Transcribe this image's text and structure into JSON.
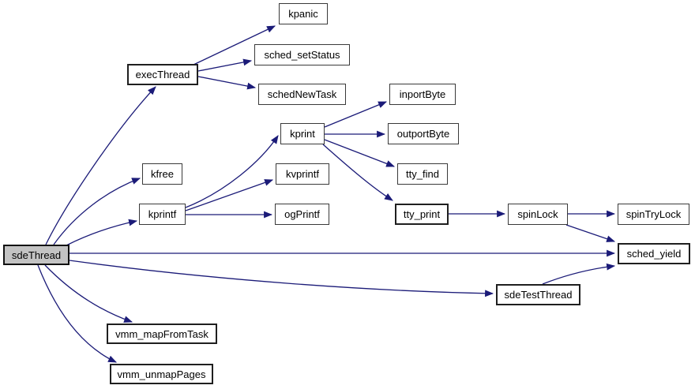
{
  "diagram": {
    "type": "call-graph",
    "root": "sdeThread",
    "colors": {
      "background": "#ffffff",
      "edge": "#1b1b78",
      "node_fill": "#ffffff",
      "node_border": "#3a3a3a",
      "root_fill": "#c3c3c3",
      "text": "#000000"
    },
    "nodes": [
      {
        "id": "kpanic",
        "label": "kpanic"
      },
      {
        "id": "sched_setStatus",
        "label": "sched_setStatus"
      },
      {
        "id": "execThread",
        "label": "execThread"
      },
      {
        "id": "schedNewTask",
        "label": "schedNewTask"
      },
      {
        "id": "inportByte",
        "label": "inportByte"
      },
      {
        "id": "kprint",
        "label": "kprint"
      },
      {
        "id": "outportByte",
        "label": "outportByte"
      },
      {
        "id": "kfree",
        "label": "kfree"
      },
      {
        "id": "kvprintf",
        "label": "kvprintf"
      },
      {
        "id": "tty_find",
        "label": "tty_find"
      },
      {
        "id": "kprintf",
        "label": "kprintf"
      },
      {
        "id": "ogPrintf",
        "label": "ogPrintf"
      },
      {
        "id": "tty_print",
        "label": "tty_print"
      },
      {
        "id": "spinLock",
        "label": "spinLock"
      },
      {
        "id": "spinTryLock",
        "label": "spinTryLock"
      },
      {
        "id": "sched_yield",
        "label": "sched_yield"
      },
      {
        "id": "sdeThread",
        "label": "sdeThread",
        "root": true
      },
      {
        "id": "sdeTestThread",
        "label": "sdeTestThread"
      },
      {
        "id": "vmm_mapFromTask",
        "label": "vmm_mapFromTask"
      },
      {
        "id": "vmm_unmapPages",
        "label": "vmm_unmapPages"
      }
    ],
    "edges": [
      {
        "from": "sdeThread",
        "to": "execThread"
      },
      {
        "from": "sdeThread",
        "to": "kfree"
      },
      {
        "from": "sdeThread",
        "to": "kprintf"
      },
      {
        "from": "sdeThread",
        "to": "sched_yield"
      },
      {
        "from": "sdeThread",
        "to": "sdeTestThread"
      },
      {
        "from": "sdeThread",
        "to": "vmm_mapFromTask"
      },
      {
        "from": "sdeThread",
        "to": "vmm_unmapPages"
      },
      {
        "from": "execThread",
        "to": "kpanic"
      },
      {
        "from": "execThread",
        "to": "sched_setStatus"
      },
      {
        "from": "execThread",
        "to": "schedNewTask"
      },
      {
        "from": "kprintf",
        "to": "kprint"
      },
      {
        "from": "kprintf",
        "to": "kvprintf"
      },
      {
        "from": "kprintf",
        "to": "ogPrintf"
      },
      {
        "from": "kprint",
        "to": "inportByte"
      },
      {
        "from": "kprint",
        "to": "outportByte"
      },
      {
        "from": "kprint",
        "to": "tty_find"
      },
      {
        "from": "kprint",
        "to": "tty_print"
      },
      {
        "from": "tty_print",
        "to": "spinLock"
      },
      {
        "from": "spinLock",
        "to": "spinTryLock"
      },
      {
        "from": "spinLock",
        "to": "sched_yield"
      },
      {
        "from": "sdeTestThread",
        "to": "sched_yield"
      }
    ]
  }
}
